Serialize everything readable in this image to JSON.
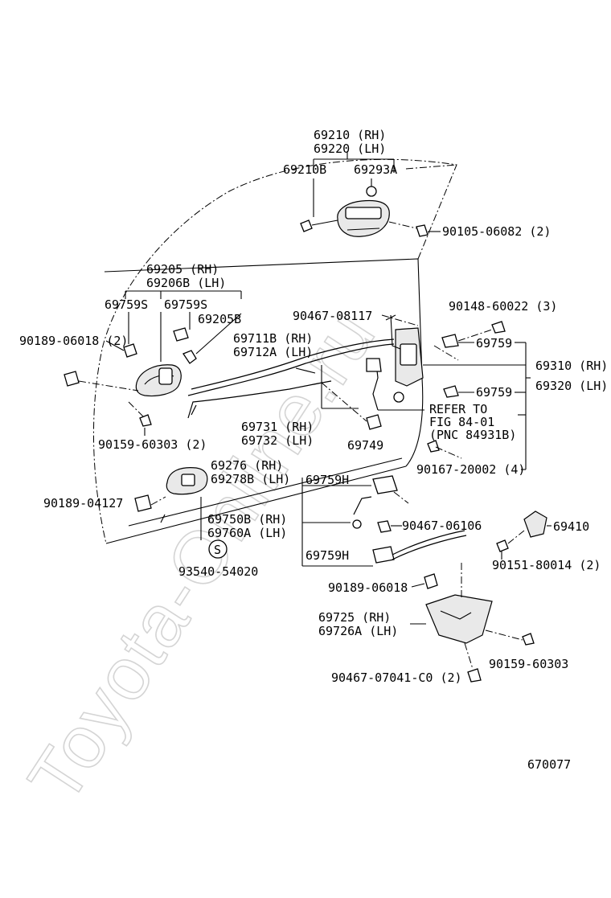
{
  "watermark": "Toyota-Online.ru",
  "figure_number": "670077",
  "labels": {
    "p69210": "69210 (RH)",
    "p69220": "69220 (LH)",
    "p69210B": "69210B",
    "p69293A": "69293A",
    "p90105": "90105-06082 (2)",
    "p69205": "69205  (RH)",
    "p69206B": "69206B (LH)",
    "p69759S_a": "69759S",
    "p69759S_b": "69759S",
    "p69205B": "69205B",
    "p90189_06018_2": "90189-06018 (2)",
    "p90467_08117": "90467-08117",
    "p90148": "90148-60022 (3)",
    "p69759_a": "69759",
    "p69711B": "69711B (RH)",
    "p69712A": "69712A (LH)",
    "p69310": "69310 (RH)",
    "p69320": "69320 (LH)",
    "p69759_b": "69759",
    "refer1": "REFER TO",
    "refer2": "FIG 84-01",
    "refer3": "(PNC 84931B)",
    "p69731": "69731 (RH)",
    "p69732": "69732 (LH)",
    "p69749": "69749",
    "p90159_60303_2": "90159-60303 (2)",
    "p90167": "90167-20002 (4)",
    "p69276": "69276  (RH)",
    "p69278B": "69278B (LH)",
    "p69759H_a": "69759H",
    "p90189_04127": "90189-04127",
    "p69750B": "69750B (RH)",
    "p69760A": "69760A (LH)",
    "p90467_06106": "90467-06106",
    "p69410": "69410",
    "s_mark": "S",
    "p69759H_b": "69759H",
    "p90151": "90151-80014 (2)",
    "p93540": "93540-54020",
    "p90189_06018": "90189-06018",
    "p69725": "69725  (RH)",
    "p69726A": "69726A (LH)",
    "p90159_60303": "90159-60303",
    "p90467_07041": "90467-07041-C0 (2)"
  }
}
